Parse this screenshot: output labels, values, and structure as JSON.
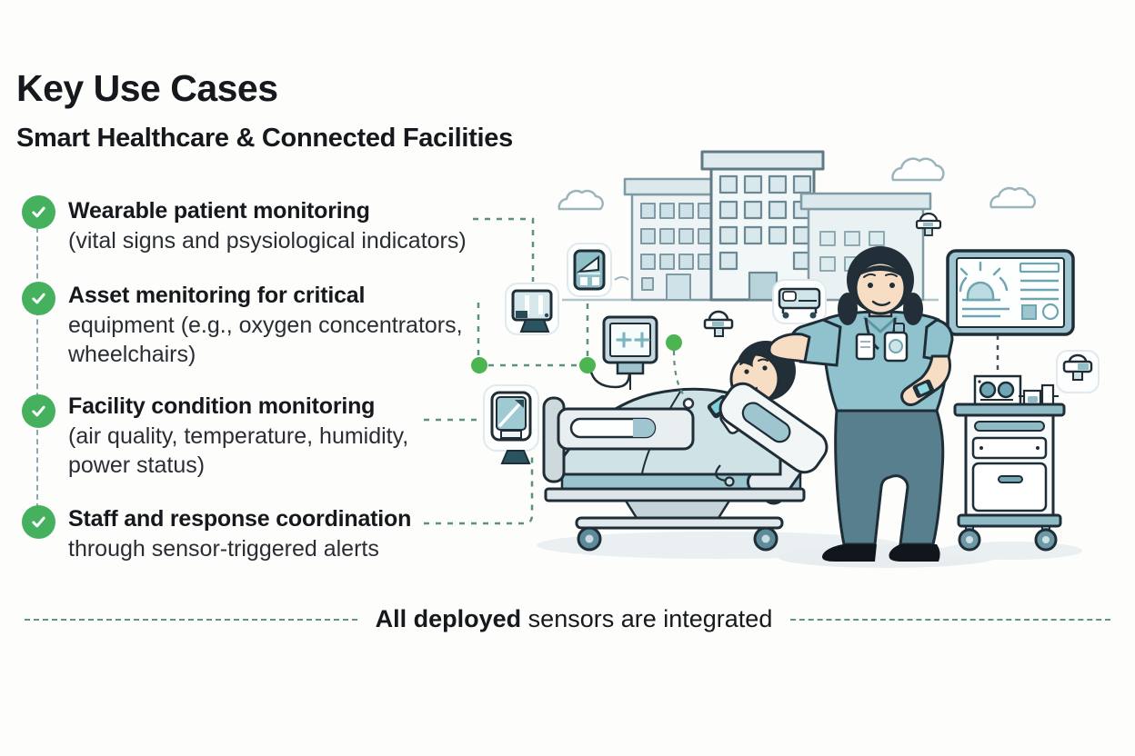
{
  "header": {
    "title": "Key Use Cases",
    "subtitle": "Smart Healthcare & Connected Facilities"
  },
  "checklist": {
    "check_color": "#45b15f",
    "items": [
      {
        "heading": "Wearable patient monitoring",
        "lines": [
          "(vital signs and psysiological indicators)"
        ]
      },
      {
        "heading": "Asset menitoring for critical",
        "lines": [
          "equipment (e.g., oxygen concentrators,",
          "wheelchairs)"
        ]
      },
      {
        "heading": "Facility condition monitoring",
        "lines": [
          "(air quality, temperature, humidity,",
          "power status)"
        ]
      },
      {
        "heading": "Staff and response coordination",
        "lines": [
          "through sensor-triggered alerts"
        ]
      }
    ]
  },
  "footer": {
    "lead": "All deployed",
    "rest": " sensors are integrated"
  },
  "illustration": {
    "scene": "hospital ward with connected IoT sensors, nurse attending patient in bed",
    "icons": [
      "hospital-buildings",
      "cloud-icon",
      "wearable-sensor-tile",
      "monitor-sensor-tile",
      "thermostat-sensor-tile",
      "bed-sensor-tile",
      "wall-sensor-tile",
      "ceiling-sensor-icon",
      "vitals-monitor-icon",
      "wall-display-icon",
      "medical-cart",
      "hospital-bed",
      "patient",
      "nurse",
      "connector-dots"
    ],
    "colors": {
      "outline": "#1f2d36",
      "teal_light": "#cfe2e7",
      "teal_mid": "#8fc2cc",
      "teal_dark": "#577f8e",
      "connector_dash": "#5c9180",
      "connector_dot": "#4cb451",
      "building_line": "#7f9aa4",
      "skin": "#f6ddc4"
    }
  }
}
